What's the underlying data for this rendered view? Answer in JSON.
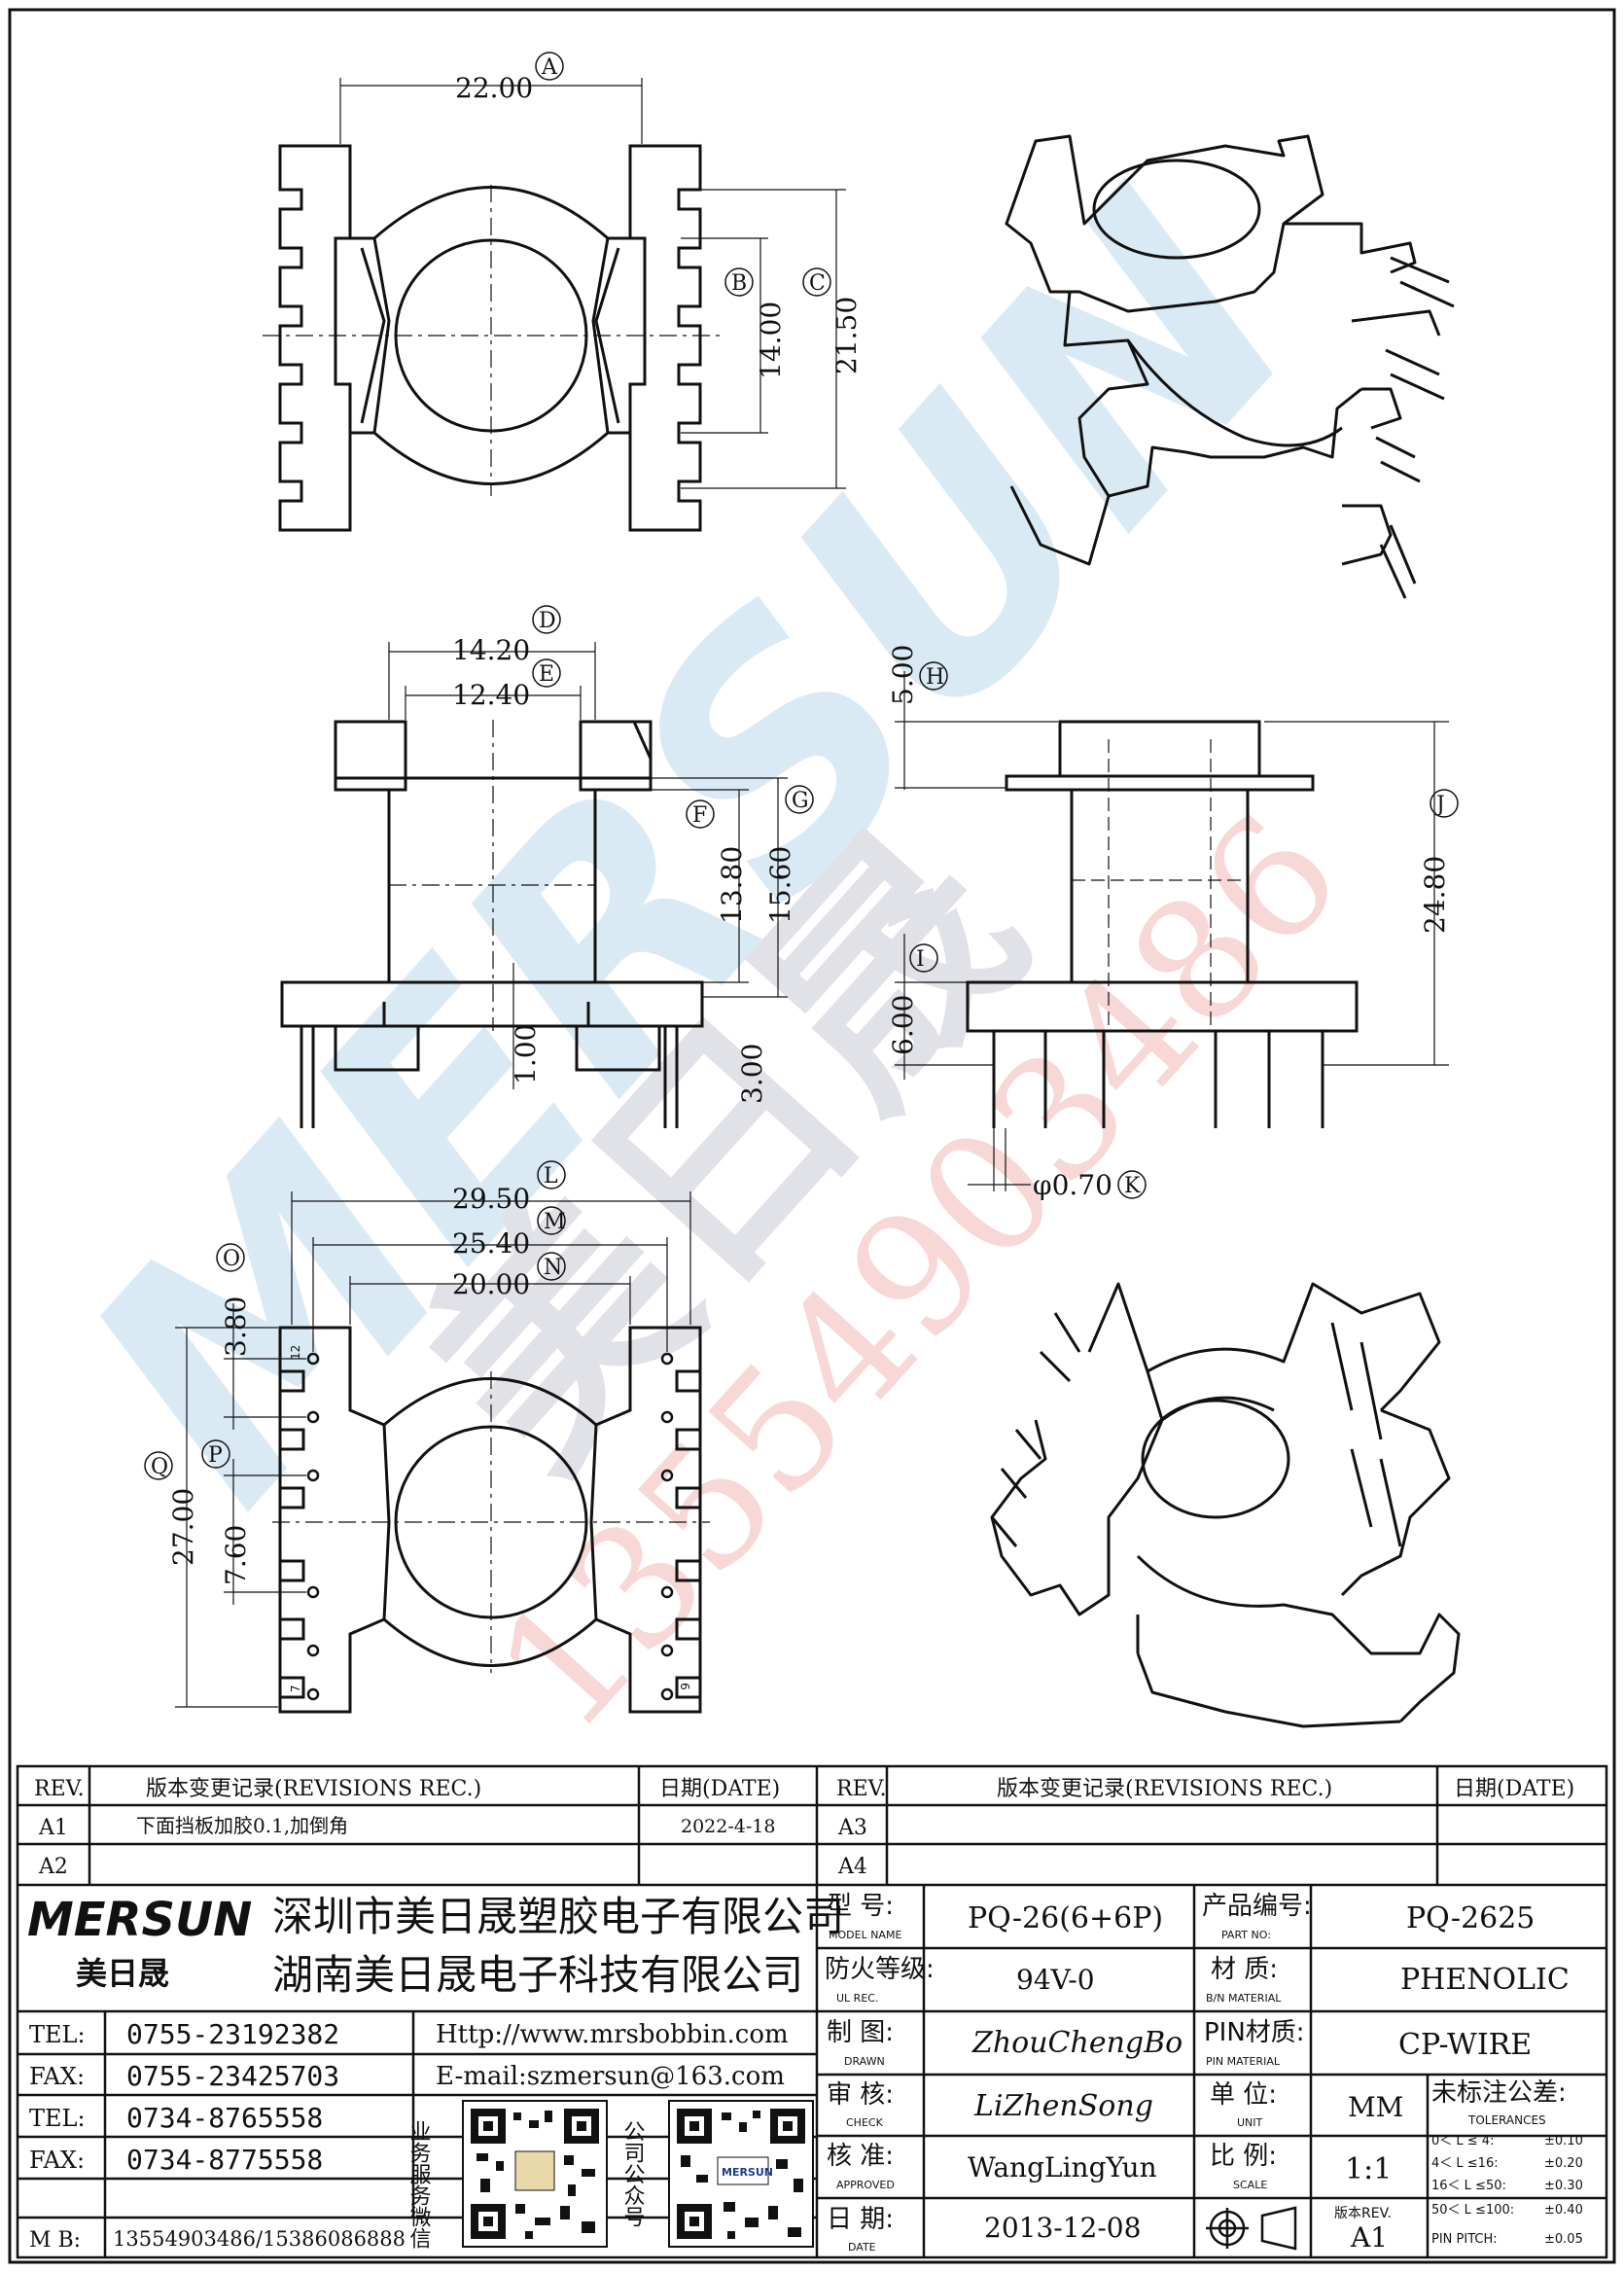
{
  "drawing": {
    "dimensions": {
      "a": {
        "value": "22.00",
        "label": "A"
      },
      "b": {
        "value": "14.00",
        "label": "B"
      },
      "c": {
        "value": "21.50",
        "label": "C"
      },
      "d": {
        "value": "14.20",
        "label": "D"
      },
      "e": {
        "value": "12.40",
        "label": "E"
      },
      "f": {
        "value": "13.80",
        "label": "F"
      },
      "g": {
        "value": "15.60",
        "label": "G"
      },
      "h": {
        "value": "5.00",
        "label": "H"
      },
      "i": {
        "value": "6.00",
        "label": "I"
      },
      "j": {
        "value": "24.80",
        "label": "J"
      },
      "k": {
        "value": "φ0.70",
        "label": "K"
      },
      "l": {
        "value": "29.50",
        "label": "L"
      },
      "m": {
        "value": "25.40",
        "label": "M"
      },
      "n": {
        "value": "20.00",
        "label": "N"
      },
      "o": {
        "value": "3.80",
        "label": "O"
      },
      "p": {
        "value": "7.60",
        "label": "P"
      },
      "q": {
        "value": "27.00",
        "label": "Q"
      },
      "base_left": "1.00",
      "base_right": "3.00"
    },
    "pin_numbers": {
      "top_left": "12",
      "bottom_left": "7",
      "bottom_right": "6"
    },
    "watermark": {
      "brand": "MERSUN",
      "cn": "美日晟",
      "phone": "13554903486"
    }
  },
  "revisions_left": {
    "header": {
      "rev": "REV.",
      "record": "版本变更记录(REVISIONS REC.)",
      "date": "日期(DATE)"
    },
    "rows": [
      {
        "rev": "A1",
        "record": "下面挡板加胶0.1,加倒角",
        "date": "2022-4-18"
      },
      {
        "rev": "A2",
        "record": "",
        "date": ""
      }
    ]
  },
  "revisions_right": {
    "header": {
      "rev": "REV.",
      "record": "版本变更记录(REVISIONS REC.)",
      "date": "日期(DATE)"
    },
    "rows": [
      {
        "rev": "A3",
        "record": "",
        "date": ""
      },
      {
        "rev": "A4",
        "record": "",
        "date": ""
      }
    ]
  },
  "company": {
    "logo": "MERSUN",
    "logo_cn": "美日晟",
    "name1": "深圳市美日晟塑胶电子有限公司",
    "name2": "湖南美日晟电子科技有限公司",
    "contacts": [
      {
        "label": "TEL:",
        "value": "0755-23192382"
      },
      {
        "label": "FAX:",
        "value": "0755-23425703"
      },
      {
        "label": "TEL:",
        "value": "0734-8765558"
      },
      {
        "label": "FAX:",
        "value": "0734-8775558"
      }
    ],
    "mb_label": "M B:",
    "mb_value": "13554903486/15386086888",
    "web": "Http://www.mrsbobbin.com",
    "email": "E-mail:szmersun@163.com",
    "qr1_label": "业务服务微信",
    "qr2_label": "公司公众号",
    "qr_logo": "MERSUN"
  },
  "title_block": {
    "model_label": "型 号:",
    "model_label_en": "MODEL NAME",
    "model": "PQ-26(6+6P)",
    "part_label": "产品编号:",
    "part_label_en": "PART NO:",
    "part": "PQ-2625",
    "ul_label": "防火等级:",
    "ul_label_en": "UL REC.",
    "ul": "94V-0",
    "material_label": "材 质:",
    "material_label_en": "B/N MATERIAL",
    "material": "PHENOLIC",
    "drawn_label": "制 图:",
    "drawn_label_en": "DRAWN",
    "drawn": "ZhouChengBo",
    "pin_label": "PIN材质:",
    "pin_label_en": "PIN MATERIAL",
    "pin": "CP-WIRE",
    "check_label": "审 核:",
    "check_label_en": "CHECK",
    "check": "LiZhenSong",
    "unit_label": "单 位:",
    "unit_label_en": "UNIT",
    "unit": "MM",
    "tol_label": "未标注公差:",
    "tol_label_en": "TOLERANCES",
    "tolerances": [
      {
        "range": "0＜ L ≤ 4:",
        "value": "±0.10"
      },
      {
        "range": "4＜ L ≤16:",
        "value": "±0.20"
      },
      {
        "range": "16＜ L ≤50:",
        "value": "±0.30"
      },
      {
        "range": "50＜ L ≤100:",
        "value": "±0.40"
      },
      {
        "range": "PIN PITCH:",
        "value": "±0.05"
      }
    ],
    "approved_label": "核 准:",
    "approved_label_en": "APPROVED",
    "approved": "WangLingYun",
    "scale_label": "比 例:",
    "scale_label_en": "SCALE",
    "scale": "1:1",
    "date_label": "日 期:",
    "date_label_en": "DATE",
    "date": "2013-12-08",
    "version_label": "版本REV.",
    "version": "A1"
  }
}
